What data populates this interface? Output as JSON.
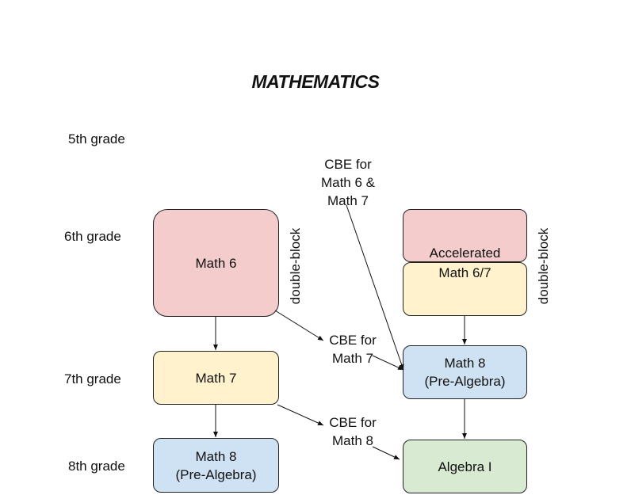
{
  "title": "MATHEMATICS",
  "grades": {
    "g5": "5th grade",
    "g6": "6th grade",
    "g7": "7th grade",
    "g8": "8th grade"
  },
  "courses": {
    "math6": "Math 6",
    "math7": "Math 7",
    "math8_left": "Math 8\n(Pre-Algebra)",
    "accelerated_top": "Accelerated",
    "accelerated_bottom": "Math 6/7",
    "math8_right": "Math 8\n(Pre-Algebra)",
    "algebra1": "Algebra I"
  },
  "annotations": {
    "double_block_left": "double-block",
    "double_block_right": "double-block",
    "cbe_math6_7": "CBE for\nMath 6 &\nMath 7",
    "cbe_math7": "CBE for\nMath 7",
    "cbe_math8": "CBE for\nMath 8"
  },
  "colors": {
    "math6": "#f4cccc",
    "math7": "#fff2cc",
    "pre_algebra": "#cfe2f3",
    "algebra1": "#d9ead3"
  }
}
